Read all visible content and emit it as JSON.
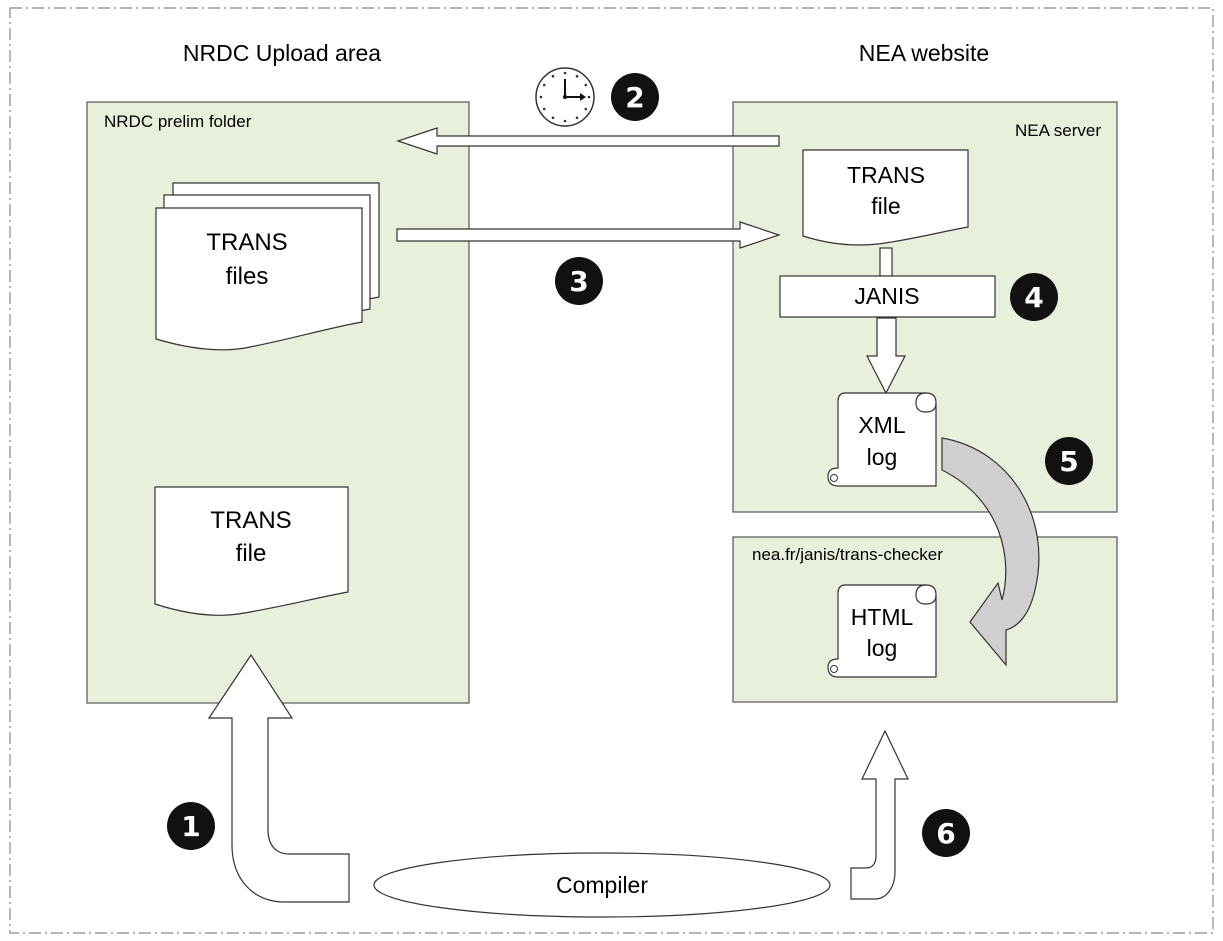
{
  "regions": {
    "left_title": "NRDC Upload area",
    "right_title": "NEA website"
  },
  "boxes": {
    "prelim_folder": "NRDC prelim folder",
    "nea_server": "NEA server",
    "trans_checker": "nea.fr/janis/trans-checker"
  },
  "documents": {
    "trans_files": {
      "line1": "TRANS",
      "line2": "files"
    },
    "trans_file_left": {
      "line1": "TRANS",
      "line2": "file"
    },
    "trans_file_server": {
      "line1": "TRANS",
      "line2": "file"
    }
  },
  "processes": {
    "janis": "JANIS",
    "compiler": "Compiler"
  },
  "logs": {
    "xml_log": {
      "line1": "XML",
      "line2": "log"
    },
    "html_log": {
      "line1": "HTML",
      "line2": "log"
    }
  },
  "steps": [
    "1",
    "2",
    "3",
    "4",
    "5",
    "6"
  ],
  "colors": {
    "panel_fill": "#e8f0dc",
    "border": "#555555",
    "marker": "#111111",
    "curved_arrow": "#cfcfcf"
  }
}
